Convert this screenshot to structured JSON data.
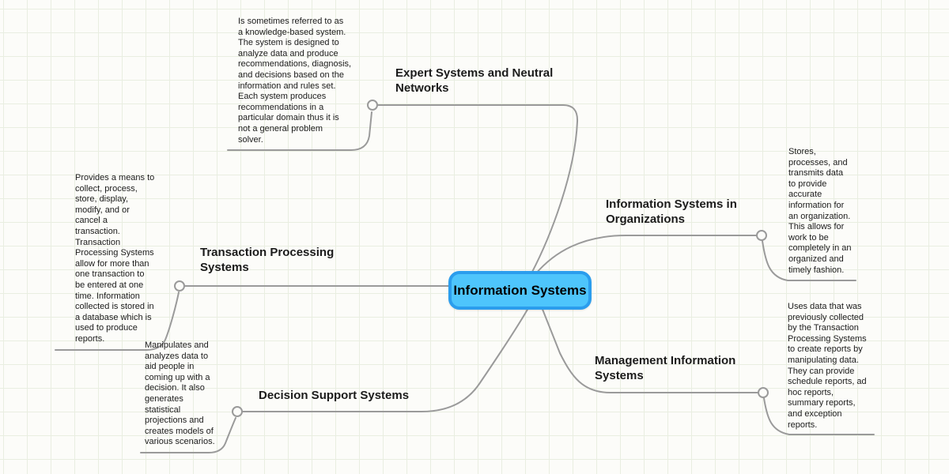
{
  "canvas": {
    "type": "mind-map"
  },
  "central_node": {
    "label": "Information Systems"
  },
  "branches": [
    {
      "id": "expert-systems-and-neutral-networks",
      "label": "Expert Systems and Neutral Networks",
      "note": "Is sometimes referred to as\na knowledge-based system.\nThe system is designed to\nanalyze data and produce\nrecommendations, diagnosis,\nand decisions based on the\ninformation and rules set.\nEach system produces\nrecommendations in a\nparticular domain thus it is\nnot a general problem\nsolver."
    },
    {
      "id": "information-systems-in-organizations",
      "label": "Information Systems in Organizations",
      "note": "Stores,\nprocesses, and\ntransmits data\nto provide\naccurate\ninformation for\nan organization.\nThis allows for\nwork to be\ncompletely in an\norganized and\ntimely fashion."
    },
    {
      "id": "transaction-processing-systems",
      "label": "Transaction Processing Systems",
      "note": "Provides a means to\ncollect, process,\nstore, display,\nmodify, and or\ncancel a\ntransaction.\nTransaction\nProcessing Systems\nallow for more than\none transaction to\nbe entered at one\ntime. Information\ncollected is stored in\na database which is\nused to produce\nreports."
    },
    {
      "id": "management-information-systems",
      "label": "Management Information Systems",
      "note": "Uses data that was\npreviously collected\nby the Transaction\nProcessing Systems\nto create reports by\nmanipulating data.\nThey can provide\nschedule reports, ad\nhoc reports,\nsummary reports,\nand exception\nreports."
    },
    {
      "id": "decision-support-systems",
      "label": "Decision Support Systems",
      "note": "Manipulates and\nanalyzes data to\naid people in\ncoming up with a\ndecision. It also\ngenerates\nstatistical\nprojections and\ncreates models of\nvarious scenarios."
    }
  ],
  "colors": {
    "node_fill": "#4ec5fc",
    "node_border": "#2b9ded",
    "connector": "#9a9a9a",
    "text": "#1b1b1b",
    "background": "#fcfcf9",
    "grid_line": "#e9eee1"
  }
}
